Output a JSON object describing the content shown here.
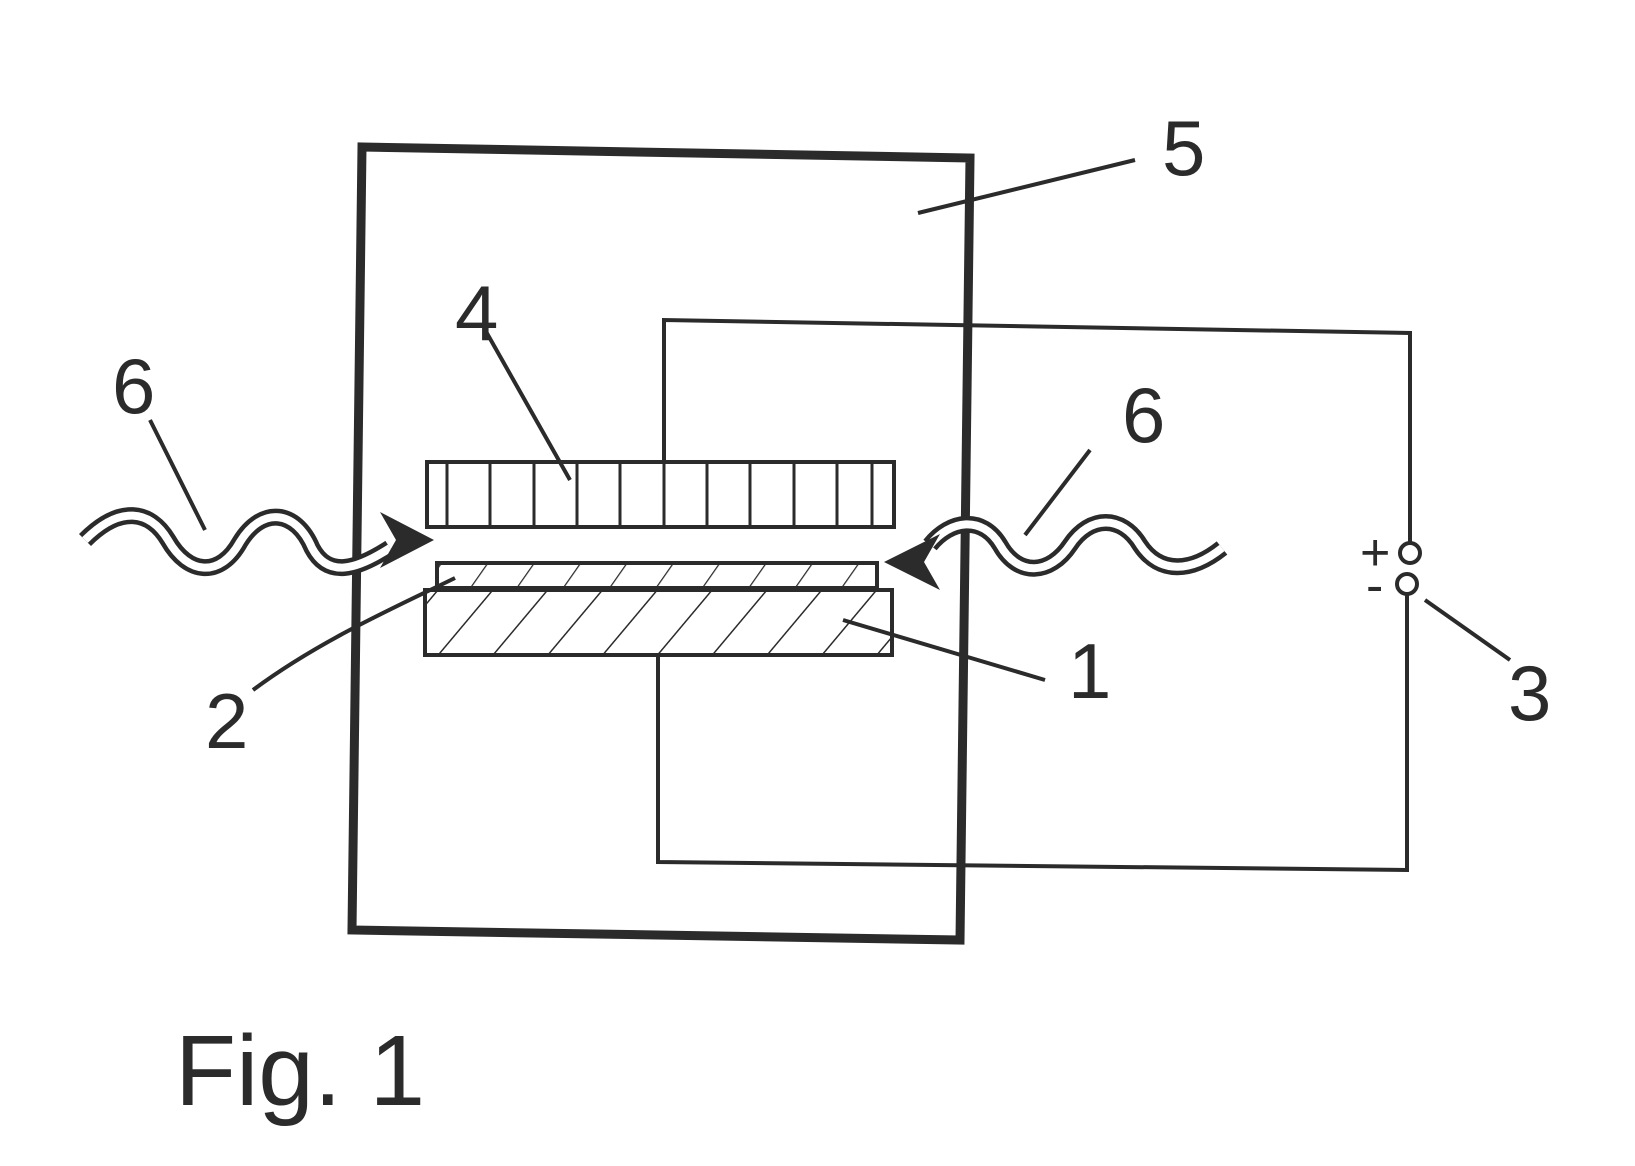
{
  "figure": {
    "caption": "Fig. 1",
    "labels": {
      "chamber": "5",
      "electrode_top": "4",
      "wave_left": "6",
      "wave_right": "6",
      "layer": "2",
      "substrate": "1",
      "source": "3"
    },
    "source_terminals": {
      "plus": "+",
      "minus": "-"
    }
  },
  "colors": {
    "ink": "#2b2b2b",
    "paper": "#ffffff"
  }
}
